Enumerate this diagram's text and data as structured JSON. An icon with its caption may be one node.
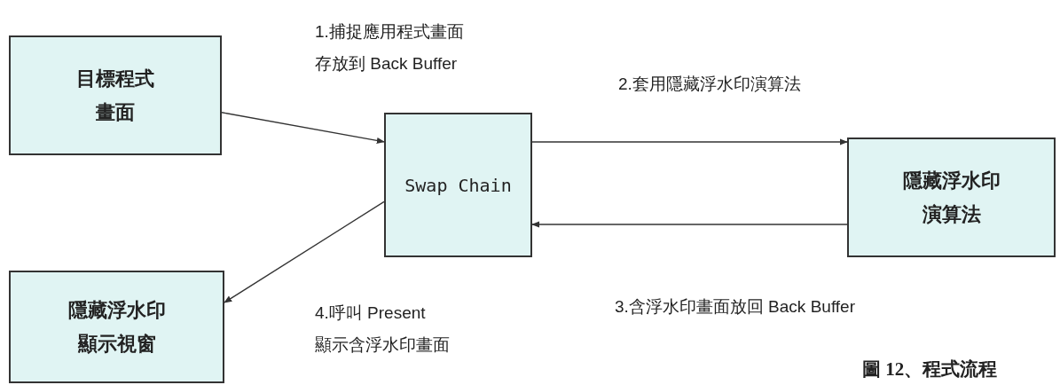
{
  "diagram": {
    "caption": "圖 12、程式流程",
    "nodes": [
      {
        "text": [
          "目標程式畫面"
        ]
      },
      {
        "text": [
          "Swap Chain"
        ]
      },
      {
        "text": [
          "隱藏浮水印演算法"
        ]
      },
      {
        "text": [
          "隱藏浮水印顯示視窗"
        ]
      }
    ],
    "edges": [
      {
        "from": 0,
        "to": 1,
        "arrow": "to",
        "label": "1.捕捉應用程式畫面存放到 Back Buffer"
      },
      {
        "from": 1,
        "to": 2,
        "arrow": "to",
        "label": "2.套用隱藏浮水印演算法"
      },
      {
        "from": 2,
        "to": 1,
        "arrow": "to",
        "label": "3.含浮水印畫面放回 Back Buffer"
      },
      {
        "from": 1,
        "to": 3,
        "arrow": "to",
        "label": "4.呼叫 Present 顯示含浮水印畫面"
      }
    ]
  }
}
